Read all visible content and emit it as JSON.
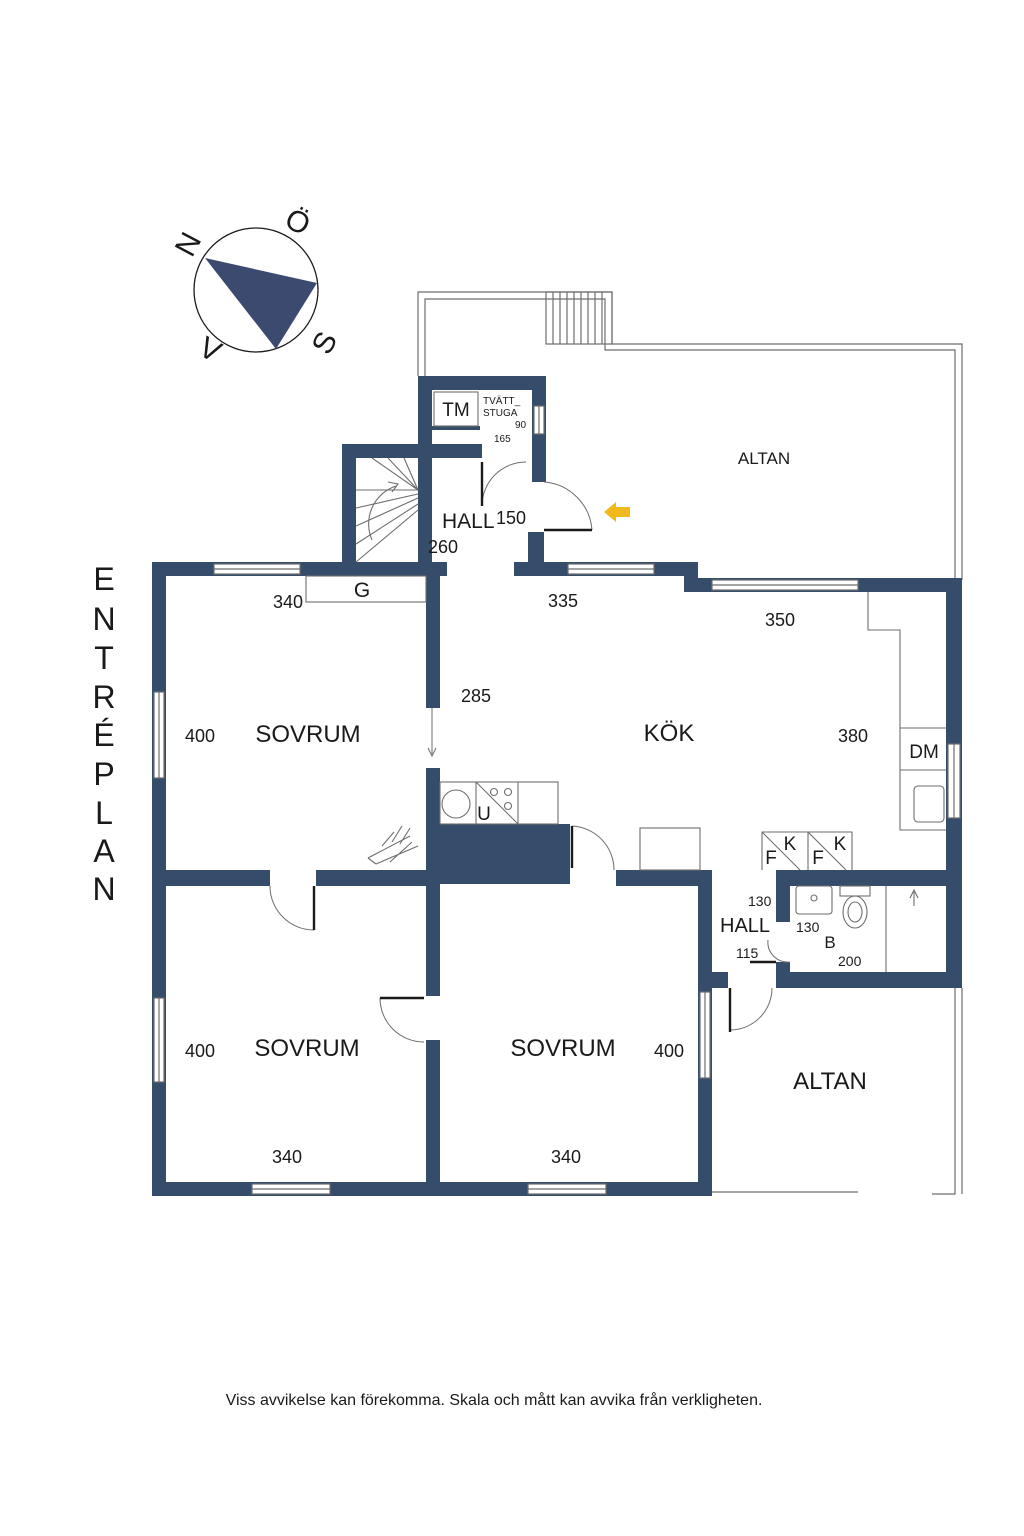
{
  "colors": {
    "wall": "#354d6b",
    "line": "#6e6e6e",
    "arrow": "#f2b91c",
    "compass": "#3c4a70"
  },
  "compass": {
    "north": "N",
    "east": "Ö",
    "south": "S",
    "west": "V"
  },
  "floor_name_letters": [
    "E",
    "N",
    "T",
    "R",
    "É",
    "P",
    "L",
    "A",
    "N"
  ],
  "rooms": {
    "sovrum_top": "SOVRUM",
    "sovrum_bottom_left": "SOVRUM",
    "sovrum_bottom_right": "SOVRUM",
    "kok": "KÖK",
    "hall_top": "HALL",
    "hall_right": "HALL",
    "altan_top": "ALTAN",
    "altan_bottom": "ALTAN",
    "tvattstuga_line1": "TVÄTT_",
    "tvattstuga_line2": "STUGA",
    "bathroom": "B"
  },
  "dimensions": {
    "d340_top": "340",
    "d400_top_left": "400",
    "d285": "285",
    "d335": "335",
    "d350": "350",
    "d380": "380",
    "d260": "260",
    "d150": "150",
    "d90": "90",
    "d165": "165",
    "d130_a": "130",
    "d130_b": "130",
    "d115": "115",
    "d200": "200",
    "d400_bl": "400",
    "d400_br": "400",
    "d340_bl": "340",
    "d340_br": "340"
  },
  "fixtures": {
    "tm": "TM",
    "dm": "DM",
    "g": "G",
    "u": "U",
    "f1": "F",
    "k1": "K",
    "f2": "F",
    "k2": "K"
  },
  "disclaimer": "Viss avvikelse kan förekomma. Skala och mått kan avvika från verkligheten."
}
